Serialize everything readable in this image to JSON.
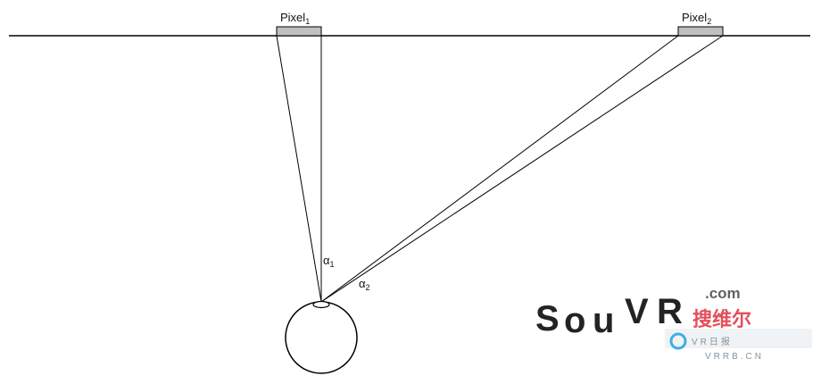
{
  "diagram": {
    "pixel1_label": {
      "base": "Pixel",
      "sub": "1"
    },
    "pixel2_label": {
      "base": "Pixel",
      "sub": "2"
    },
    "angle1_label": {
      "base": "α",
      "sub": "1"
    },
    "angle2_label": {
      "base": "α",
      "sub": "2"
    }
  },
  "watermark": {
    "logo_text": "SouVR",
    "domain_suffix": ".com",
    "cn_name": "搜维尔",
    "sub_cn": "VR日报",
    "sub_url": "VRRB.CN"
  },
  "colors": {
    "line": "#000000",
    "pixel_fill": "#c0c0c0",
    "logo_red": "#e0424f",
    "logo_yellow": "#f5b82e",
    "logo_green": "#8cc63f",
    "logo_blue": "#2fa8e0"
  }
}
